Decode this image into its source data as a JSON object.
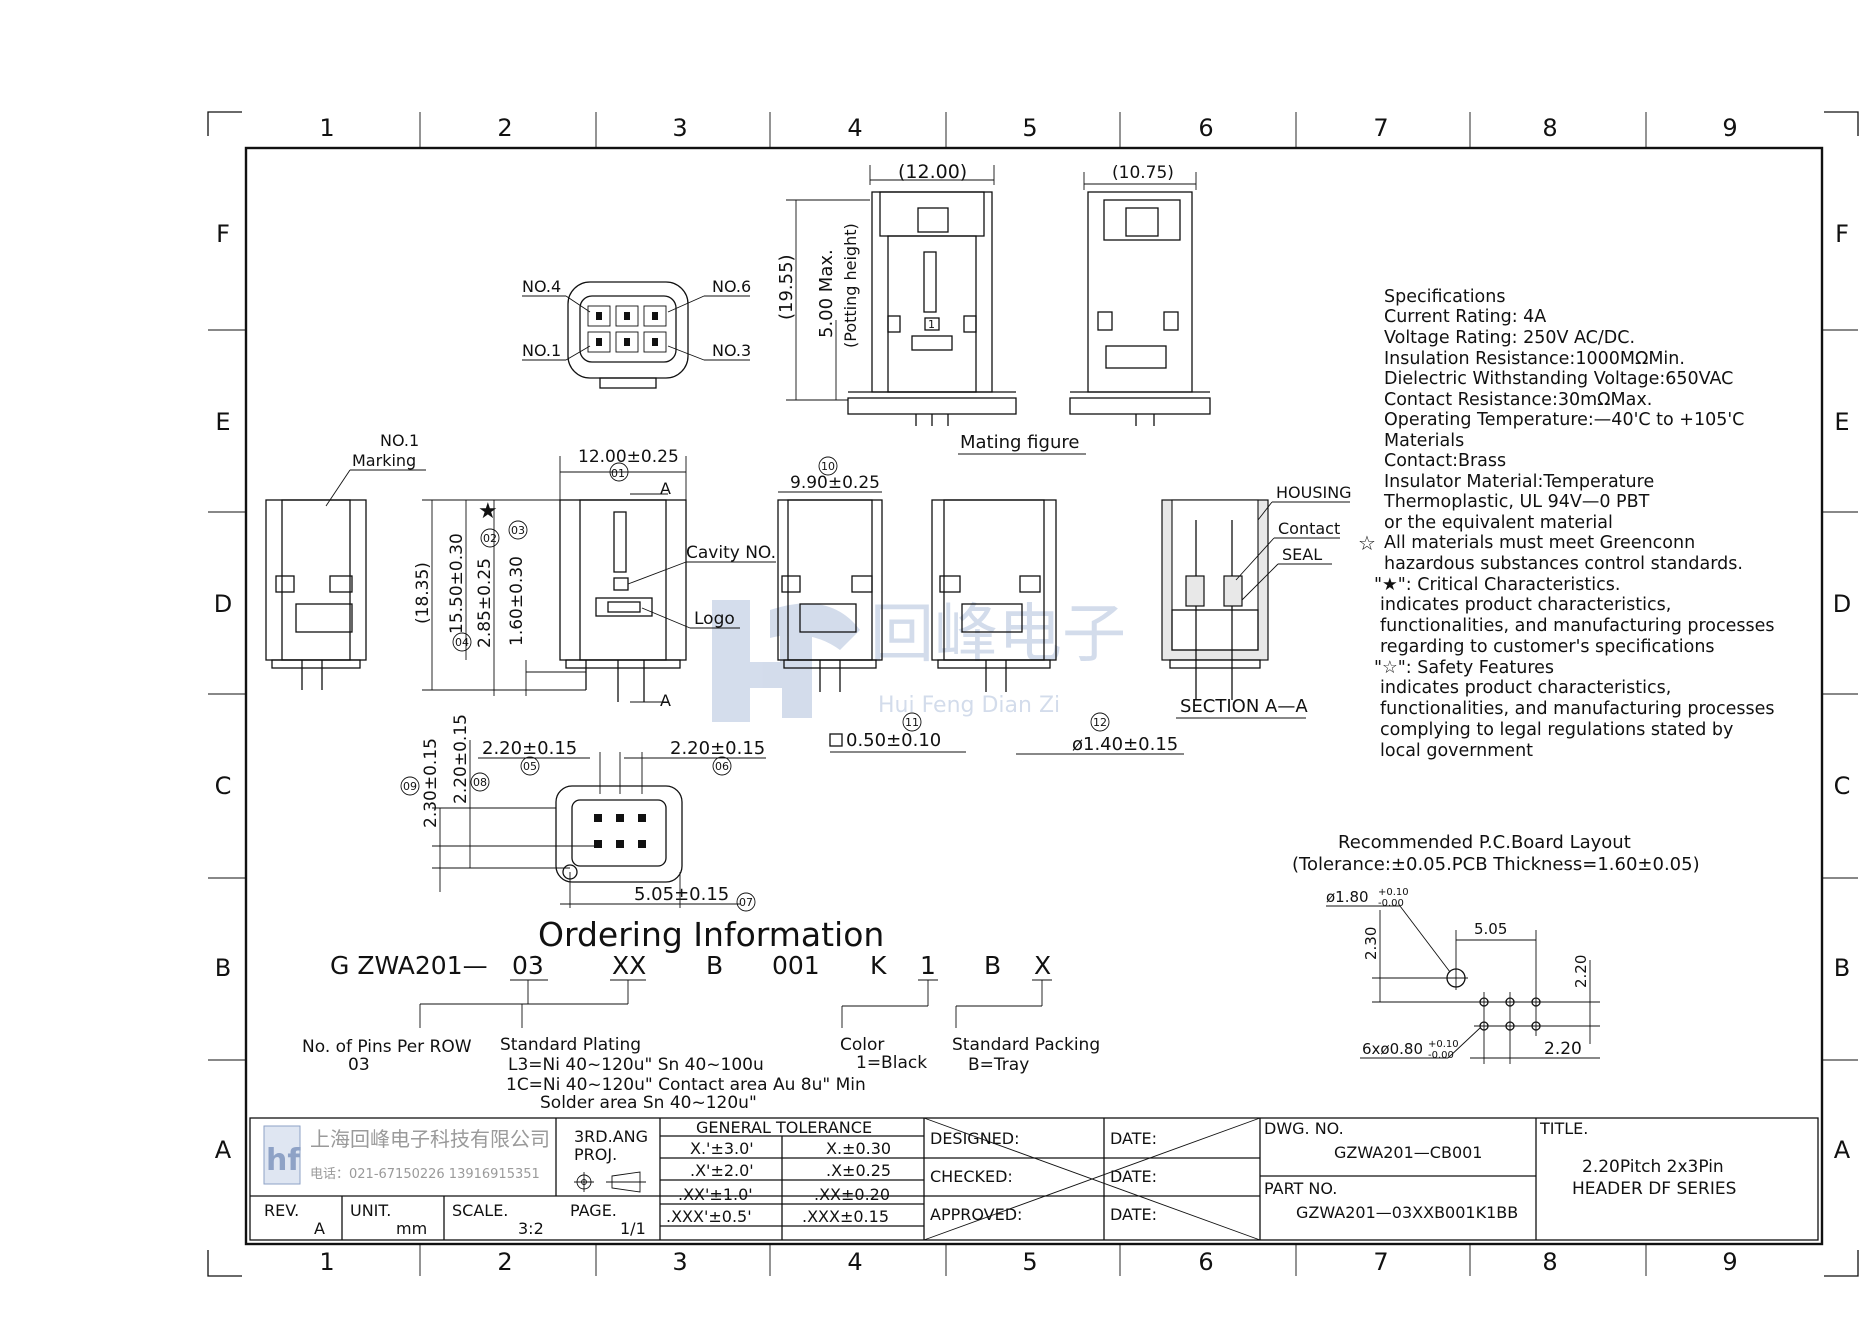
{
  "frame": {
    "columns": [
      "1",
      "2",
      "3",
      "4",
      "5",
      "6",
      "7",
      "8",
      "9"
    ],
    "rows": [
      "F",
      "E",
      "D",
      "C",
      "B",
      "A"
    ]
  },
  "views": {
    "front_top": {
      "width_dim": "(12.00)",
      "height_dim": "(19.55)",
      "potting_dim": "5.00 Max.",
      "potting_note": "(Potting height)",
      "cavity_box": "1"
    },
    "side_top": {
      "width_dim": "(10.75)"
    },
    "mating_caption": "Mating figure",
    "pin_labels": [
      "NO.4",
      "NO.6",
      "NO.1",
      "NO.3"
    ],
    "marking": {
      "line1": "NO.1",
      "line2": "Marking"
    },
    "main_front": {
      "width_dim": "12.00±0.25",
      "width_ref": "01",
      "overall_h": "(18.35)",
      "d04": "15.50±0.30",
      "d04_ref": "04",
      "d02": "2.85±0.25",
      "d02_ref": "02",
      "d03": "1.60±0.30",
      "d03_ref": "03",
      "section_mark": "A",
      "cavity_label": "Cavity NO.",
      "logo_label": "Logo"
    },
    "side_mid": {
      "dim_ref": "10",
      "dim": "9.90±0.25"
    },
    "pin_square": {
      "ref": "11",
      "dim": "0.50±0.10"
    },
    "pin_dia": {
      "ref": "12",
      "dim": "ø1.40±0.15"
    },
    "section": {
      "housing": "HOUSING",
      "contact": "Contact",
      "seal": "SEAL",
      "caption": "SECTION A—A"
    },
    "bottom": {
      "d05": "2.20±0.15",
      "d05_ref": "05",
      "d06": "2.20±0.15",
      "d06_ref": "06",
      "d09": "2.30±0.15",
      "d09_ref": "09",
      "d08": "2.20±0.15",
      "d08_ref": "08",
      "d07": "5.05±0.15",
      "d07_ref": "07"
    }
  },
  "specifications": [
    "Specifications",
    "Current  Rating:  4A",
    "Voltage  Rating:  250V  AC/DC.",
    "Insulation  Resistance:1000MΩMin.",
    "Dielectric  Withstanding  Voltage:650VAC",
    "Contact  Resistance:30mΩMax.",
    "Operating  Temperature:—40'C  to  +105'C",
    "Materials",
    "Contact:Brass",
    "Insulator  Material:Temperature",
    "Thermoplastic,  UL  94V—0  PBT",
    "or  the  equivalent  material",
    "All  materials  must  meet  Greenconn",
    "hazardous  substances  control  standards.",
    "\"★\":  Critical  Characteristics.",
    "indicates  product  characteristics,",
    "functionalities,  and  manufacturing  processes",
    "regarding  to  customer's  specifications",
    "\"☆\":  Safety  Features",
    "indicates  product  characteristics,",
    "functionalities,  and  manufacturing  processes",
    "complying  to  legal  regulations  stated  by",
    "local  government"
  ],
  "pcb": {
    "title": "Recommended  P.C.Board  Layout",
    "subtitle": "(Tolerance:±0.05.PCB  Thickness=1.60±0.05)",
    "hole1": "ø1.80",
    "hole1_tol_up": "+0.10",
    "hole1_tol_dn": "-0.00",
    "dim_230": "2.30",
    "dim_505": "5.05",
    "dim_220_v": "2.20",
    "dim_220_h": "2.20",
    "holes6": "6xø0.80",
    "holes6_tol_up": "+0.10",
    "holes6_tol_dn": "-0.00"
  },
  "ordering": {
    "title": "Ordering  Information",
    "code_parts": [
      "G  ZWA201—",
      "03",
      "XX",
      "B",
      "001",
      "K",
      "1",
      "B",
      "X"
    ],
    "notes": {
      "pins": [
        "No.  of  Pins  Per  ROW",
        "03"
      ],
      "plating": [
        "Standard  Plating",
        "L3=Ni  40~120u\"  Sn  40~100u",
        "1C=Ni  40~120u\"  Contact  area  Au  8u\"  Min",
        "Solder  area  Sn  40~120u\""
      ],
      "color": [
        "Color",
        "1=Black"
      ],
      "packing": [
        "Standard  Packing",
        "B=Tray"
      ]
    }
  },
  "watermark": {
    "chinese": "回峰电子",
    "pinyin": "Hui  Feng  Dian  Zi"
  },
  "title_block": {
    "company": "上海回峰电子科技有限公司",
    "phone": "电话：021-67150226  13916915351",
    "projection": [
      "3RD.ANG",
      "PROJ."
    ],
    "general_tolerance": "GENERAL  TOLERANCE",
    "tolerances": [
      [
        "X.'±3.0'",
        "X.±0.30"
      ],
      [
        ".X'±2.0'",
        ".X±0.25"
      ],
      [
        ".XX'±1.0'",
        ".XX±0.20"
      ],
      [
        ".XXX'±0.5'",
        ".XXX±0.15"
      ]
    ],
    "rev_label": "REV.",
    "rev": "A",
    "unit_label": "UNIT.",
    "unit": "mm",
    "scale_label": "SCALE.",
    "scale": "3:2",
    "page_label": "PAGE.",
    "page": "1/1",
    "designed": "DESIGNED:",
    "checked": "CHECKED:",
    "approved": "APPROVED:",
    "date": "DATE:",
    "dwg_no_label": "DWG.  NO.",
    "dwg_no": "GZWA201—CB001",
    "part_no_label": "PART  NO.",
    "part_no": "GZWA201—03XXB001K1BB",
    "title_label": "TITLE.",
    "title_line1": "2.20Pitch  2x3Pin",
    "title_line2": "HEADER  DF  SERIES"
  }
}
